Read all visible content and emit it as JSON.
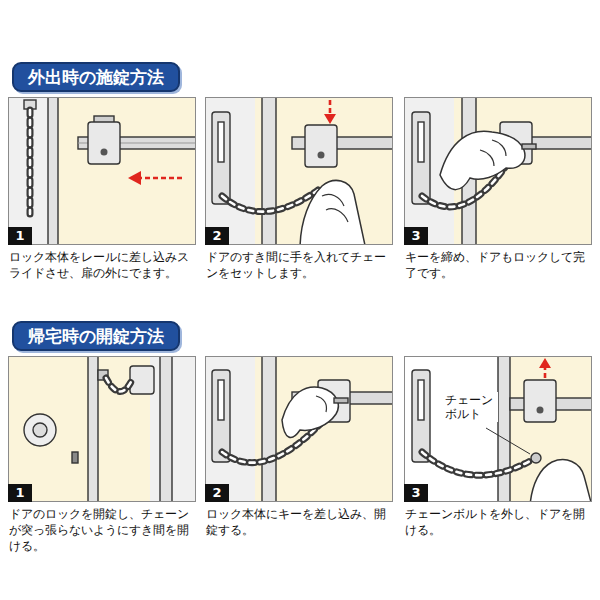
{
  "diagram": {
    "nodes": [
      {
        "text": [
          "外出時の施錠方法"
        ]
      },
      {
        "text": [
          "ロック本体をレールに差し込みスライドさせ、扉の外にでます。"
        ]
      },
      {
        "text": [
          "1"
        ],
        "in": 1
      },
      {
        "text": [
          "ドアのすき間に手を入れてチェーンをセットします。"
        ]
      },
      {
        "text": [
          "2"
        ],
        "in": 3
      },
      {
        "text": [
          "キーを締め、ドアもロックして完了です。"
        ]
      },
      {
        "text": [
          "3"
        ],
        "in": 5
      },
      {
        "text": [
          "帰宅時の開錠方法"
        ]
      },
      {
        "text": [
          "ドアのロックを開錠し、チェーンが突っ張らないようにすき間を開ける。"
        ]
      },
      {
        "text": [
          "1"
        ],
        "in": 8
      },
      {
        "text": [
          "ロック本体にキーを差し込み、開錠する。"
        ]
      },
      {
        "text": [
          "2"
        ],
        "in": 10
      },
      {
        "text": [
          "チェーンボルトを外し、ドアを開ける。"
        ]
      },
      {
        "text": [
          "3"
        ],
        "in": 12
      }
    ],
    "labels": [
      "チェーン ボルト"
    ]
  }
}
